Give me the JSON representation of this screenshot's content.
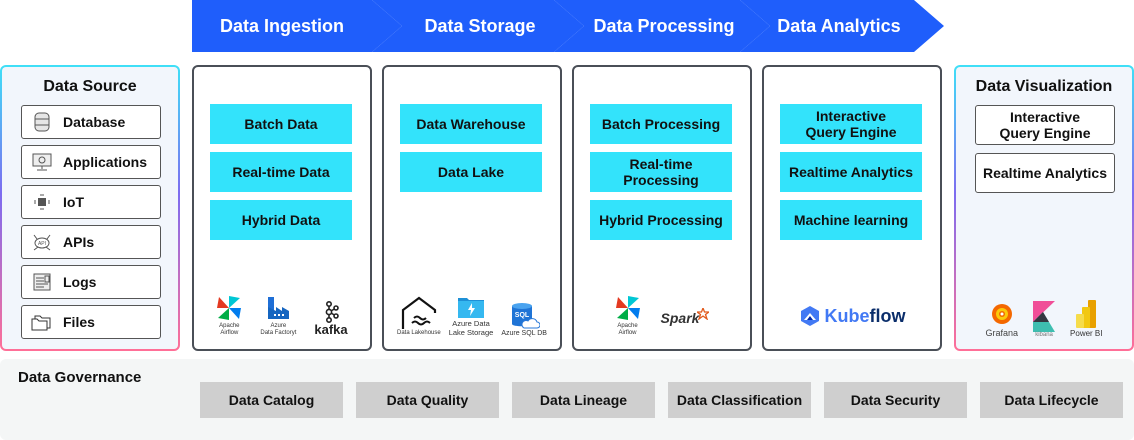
{
  "pipeline_stages": [
    {
      "label": "Data Ingestion"
    },
    {
      "label": "Data Storage"
    },
    {
      "label": "Data Processing"
    },
    {
      "label": "Data Analytics"
    }
  ],
  "data_source": {
    "title": "Data Source",
    "items": [
      {
        "label": "Database",
        "icon": "database-icon"
      },
      {
        "label": "Applications",
        "icon": "monitor-icon"
      },
      {
        "label": "IoT",
        "icon": "iot-chip-icon"
      },
      {
        "label": "APIs",
        "icon": "api-cloud-icon"
      },
      {
        "label": "Logs",
        "icon": "logs-icon"
      },
      {
        "label": "Files",
        "icon": "folders-icon"
      }
    ]
  },
  "columns": {
    "ingestion": {
      "items": [
        "Batch Data",
        "Real-time Data",
        "Hybrid Data"
      ],
      "logos": [
        {
          "name": "apache-airflow-logo",
          "caption": "Apache\nAirflow"
        },
        {
          "name": "azure-data-factory-logo",
          "caption": "Azure\nData Factoryt"
        },
        {
          "name": "kafka-logo",
          "caption": "kafka"
        }
      ]
    },
    "storage": {
      "items": [
        "Data Warehouse",
        "Data Lake"
      ],
      "logos": [
        {
          "name": "data-lakehouse-logo",
          "caption": "Data Lakehouse"
        },
        {
          "name": "azure-data-lake-storage-logo",
          "caption": "Azure Data\nLake Storage"
        },
        {
          "name": "azure-sql-db-logo",
          "caption": "Azure SQL DB",
          "badge": "SQL"
        }
      ]
    },
    "processing": {
      "items": [
        "Batch Processing",
        "Real-time\nProcessing",
        "Hybrid Processing"
      ],
      "logos": [
        {
          "name": "apache-airflow-logo",
          "caption": "Apache\nAirflow"
        },
        {
          "name": "apache-spark-logo",
          "caption": "Spark"
        }
      ]
    },
    "analytics": {
      "items": [
        "Interactive\nQuery Engine",
        "Realtime Analytics",
        "Machine learning"
      ],
      "logos": [
        {
          "name": "kubeflow-logo",
          "caption_a": "Kube",
          "caption_b": "flow"
        }
      ]
    }
  },
  "data_visualization": {
    "title": "Data Visualization",
    "items": [
      "Interactive\nQuery Engine",
      "Realtime Analytics"
    ],
    "logos": [
      {
        "name": "grafana-logo",
        "caption": "Grafana"
      },
      {
        "name": "kibana-logo",
        "caption": "kibana"
      },
      {
        "name": "power-bi-logo",
        "caption": "Power BI"
      }
    ]
  },
  "governance": {
    "title": "Data Governance",
    "items": [
      "Data Catalog",
      "Data Quality",
      "Data Lineage",
      "Data Classification",
      "Data Security",
      "Data Lifecycle"
    ]
  },
  "colors": {
    "stage_blue": "#1f5efb",
    "chip_cyan": "#33e3fb",
    "governance_chip": "#cfcfcf",
    "panel_bg": "#f2f6fc"
  }
}
